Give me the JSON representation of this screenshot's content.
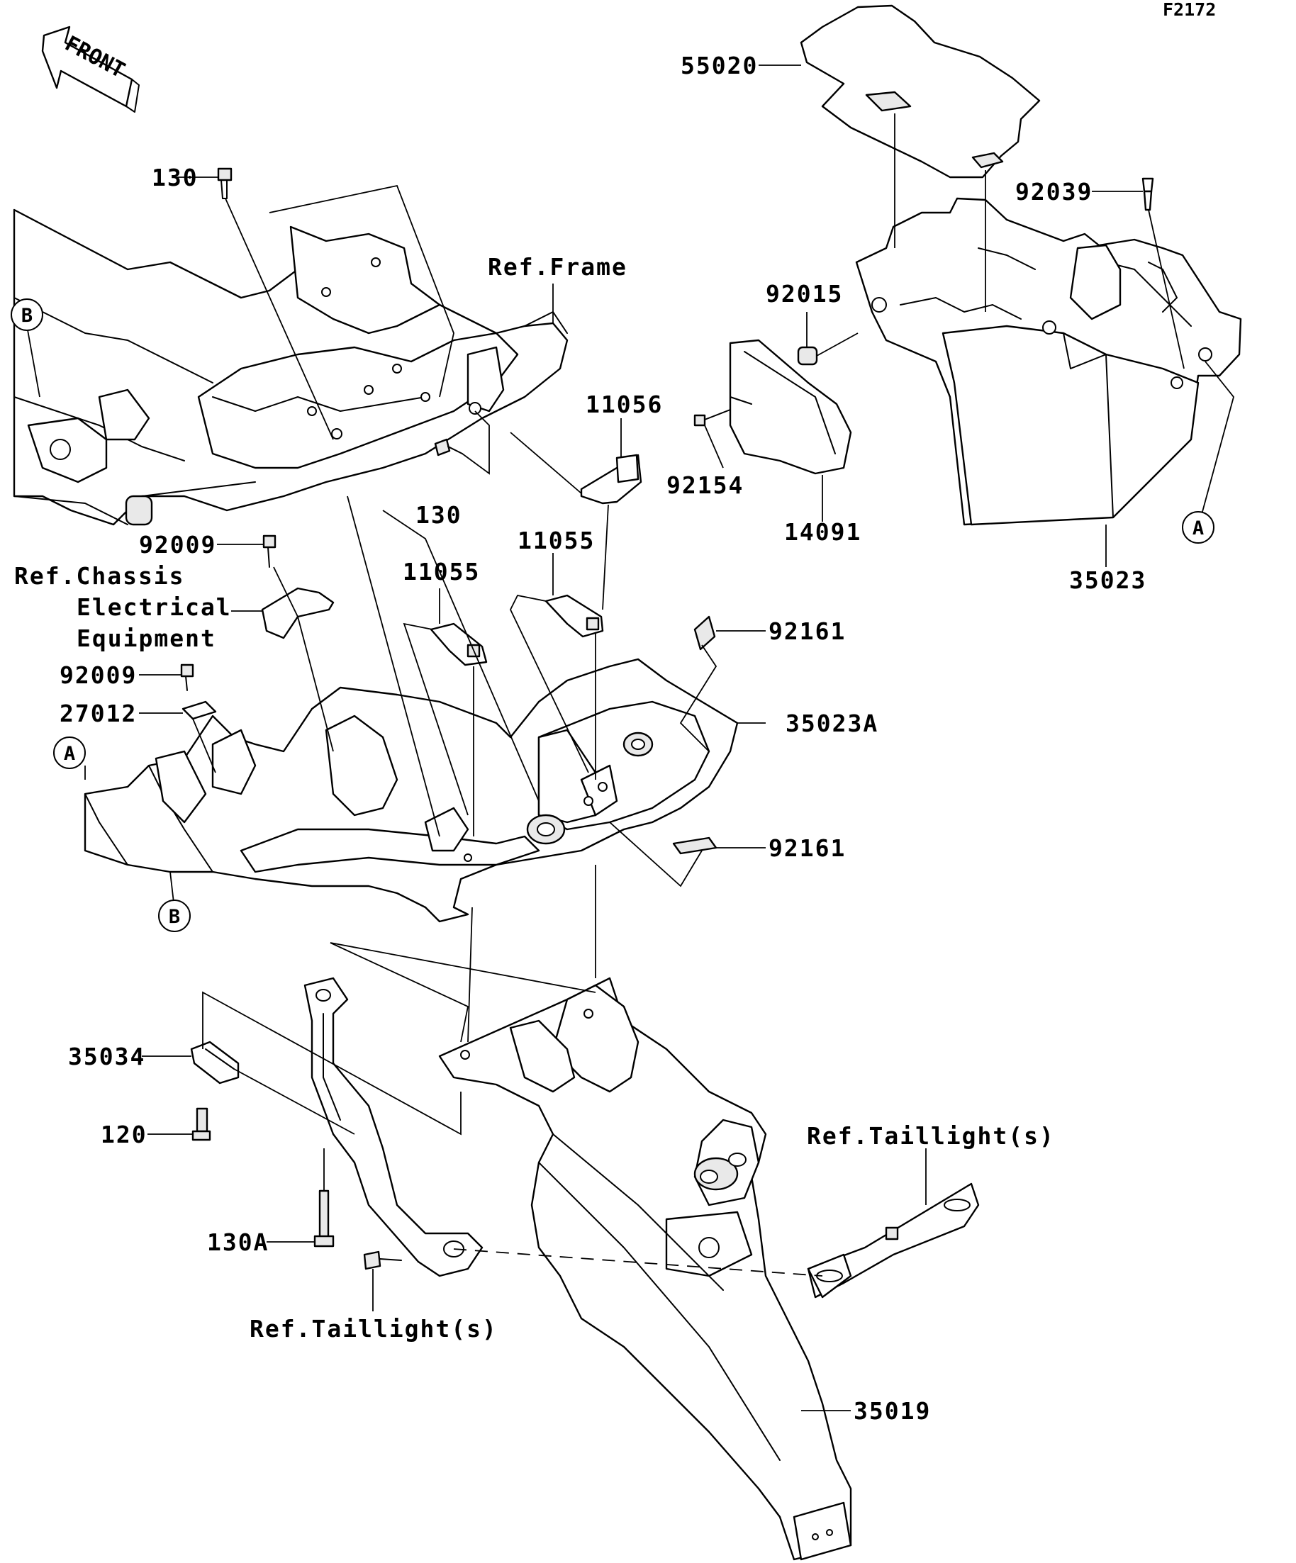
{
  "diagram_id": "F2172",
  "front_arrow": {
    "label": "FRONT"
  },
  "callouts": {
    "p55020": "55020",
    "p92039": "92039",
    "p92015": "92015",
    "p92154": "92154",
    "p14091": "14091",
    "p35023": "35023",
    "p130_top": "130",
    "p130_mid": "130",
    "p11056": "11056",
    "p11055_a": "11055",
    "p11055_b": "11055",
    "p92009_a": "92009",
    "p92009_b": "92009",
    "p27012": "27012",
    "p92161_a": "92161",
    "p92161_b": "92161",
    "p35023A": "35023A",
    "p35034": "35034",
    "p120": "120",
    "p130A": "130A",
    "p35019": "35019"
  },
  "references": {
    "frame": "Ref.Frame",
    "chassis_line1": "Ref.Chassis",
    "chassis_line2": "Electrical",
    "chassis_line3": "Equipment",
    "taillight_right": "Ref.Taillight(s)",
    "taillight_bottom": "Ref.Taillight(s)"
  },
  "markers": {
    "a_top": "A",
    "a_left": "A",
    "b_top": "B",
    "b_bottom": "B"
  }
}
